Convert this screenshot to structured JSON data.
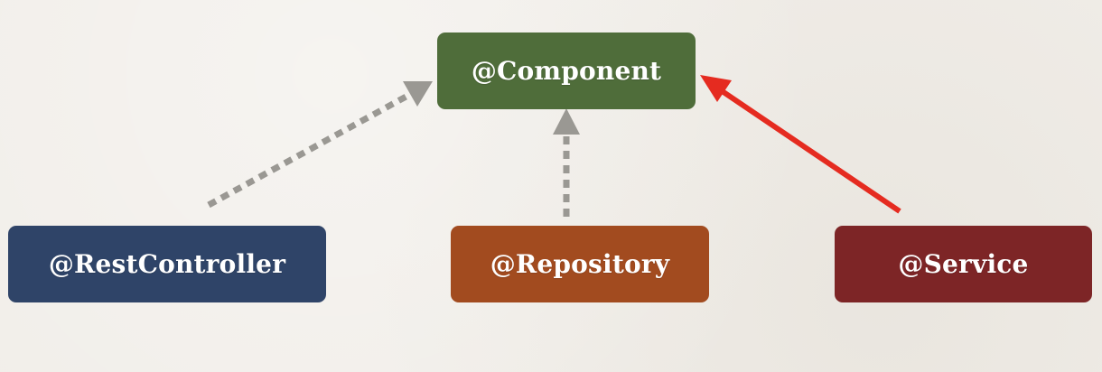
{
  "diagram": {
    "nodes": {
      "component": {
        "label": "@Component",
        "color": "#4f6d3a"
      },
      "rest_controller": {
        "label": "@RestController",
        "color": "#2f4468"
      },
      "repository": {
        "label": "@Repository",
        "color": "#a24b1f"
      },
      "service": {
        "label": "@Service",
        "color": "#7d2526"
      }
    },
    "edges": [
      {
        "from": "rest_controller",
        "to": "component",
        "style": "dotted",
        "color": "#9a9893"
      },
      {
        "from": "repository",
        "to": "component",
        "style": "dotted",
        "color": "#9a9893"
      },
      {
        "from": "service",
        "to": "component",
        "style": "solid",
        "color": "#e52b20"
      }
    ],
    "background": "#f1eee9"
  }
}
